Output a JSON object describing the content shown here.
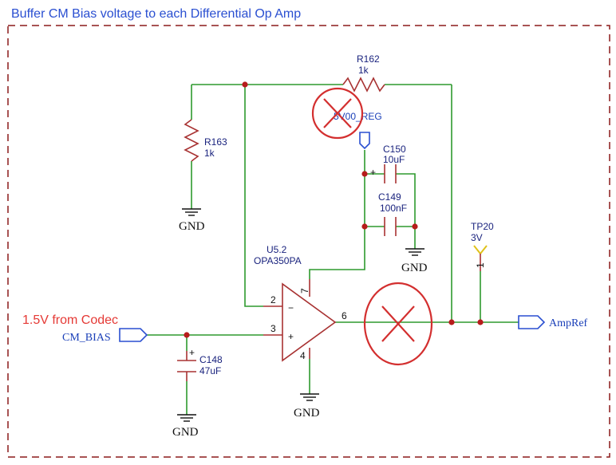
{
  "title": "Buffer CM Bias voltage to each Differential Op Amp",
  "components": {
    "r162": {
      "ref": "R162",
      "value": "1k"
    },
    "r163": {
      "ref": "R163",
      "value": "1k"
    },
    "c150": {
      "ref": "C150",
      "value": "10uF"
    },
    "c149": {
      "ref": "C149",
      "value": "100nF"
    },
    "c148": {
      "ref": "C148",
      "value": "47uF"
    },
    "u52": {
      "ref": "U5.2",
      "value": "OPA350PA"
    },
    "tp20": {
      "ref": "TP20",
      "value": "3V"
    }
  },
  "pins": {
    "inv": "2",
    "noninv": "3",
    "out": "6",
    "vplus": "7",
    "vminus": "4",
    "tp": "1"
  },
  "opamp_signs": {
    "minus": "−",
    "plus": "+"
  },
  "cap_polarity": {
    "c150": "+",
    "c148": "+"
  },
  "nets": {
    "reg_label": "5V00_REG"
  },
  "ports": {
    "input": "CM_BIAS",
    "output": "AmpRef"
  },
  "ground_label": "GND",
  "annotation": "1.5V from Codec",
  "colors": {
    "wire": "#2e9a2e",
    "component": "#a83232",
    "title": "#2a4fd1",
    "annotation": "#e53935",
    "border": "#8b1a1a"
  }
}
